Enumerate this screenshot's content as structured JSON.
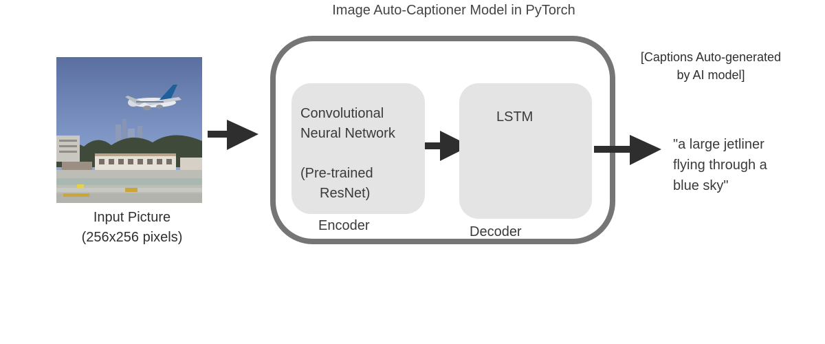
{
  "title": "Image Auto-Captioner Model in PyTorch",
  "input": {
    "label_line1": "Input Picture",
    "label_line2": "(256x256 pixels)"
  },
  "encoder": {
    "name_line1": "Convolutional",
    "name_line2": "Neural Network",
    "detail_line1": "(Pre-trained",
    "detail_line2": "ResNet)",
    "label": "Encoder"
  },
  "decoder": {
    "name": "LSTM",
    "label": "Decoder"
  },
  "note": {
    "line1": "[Captions Auto-generated",
    "line2": "by AI model]"
  },
  "output_caption": {
    "line1": "\"a large jetliner",
    "line2": "flying through a",
    "line3": "blue sky\""
  },
  "colors": {
    "frame": "#757575",
    "box_fill": "#e4e4e4",
    "arrow": "#2e2e2e",
    "text": "#3a3a3a"
  }
}
